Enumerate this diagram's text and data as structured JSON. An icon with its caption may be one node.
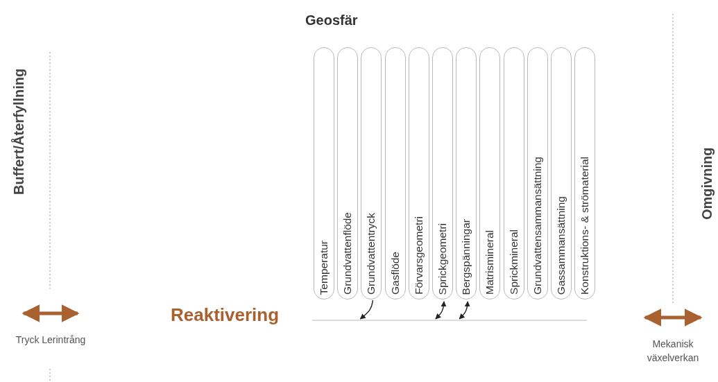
{
  "diagram": {
    "title": "Geosfär",
    "nodes": [
      {
        "text": [
          "Temperatur"
        ]
      },
      {
        "text": [
          "Grundvattenflöde"
        ]
      },
      {
        "text": [
          "Grundvattentryck"
        ]
      },
      {
        "text": [
          "Gasflöde"
        ]
      },
      {
        "text": [
          "Förvarsgeometri"
        ]
      },
      {
        "text": [
          "Sprickgeometri"
        ]
      },
      {
        "text": [
          "Bergspänningar"
        ]
      },
      {
        "text": [
          "Matrismineral"
        ]
      },
      {
        "text": [
          "Sprickmineral"
        ]
      },
      {
        "text": [
          "Grundvattensammansättning"
        ]
      },
      {
        "text": [
          "Gassammansättning"
        ]
      },
      {
        "text": [
          "Konstruktions- & strömaterial"
        ]
      },
      {
        "text": [
          "Reaktivering"
        ]
      },
      {
        "text": [],
        "shape": "bar"
      }
    ],
    "edges": [
      {
        "from": 2,
        "to": 13,
        "arrow": "to"
      },
      {
        "from": 5,
        "to": 13,
        "arrow": "both"
      },
      {
        "from": 6,
        "to": 13,
        "arrow": "both"
      }
    ],
    "labels": [
      "Buffert/Återfyllning",
      "Tryck Lerintrång",
      "Omgivning",
      "Mekanisk växelverkan"
    ]
  }
}
